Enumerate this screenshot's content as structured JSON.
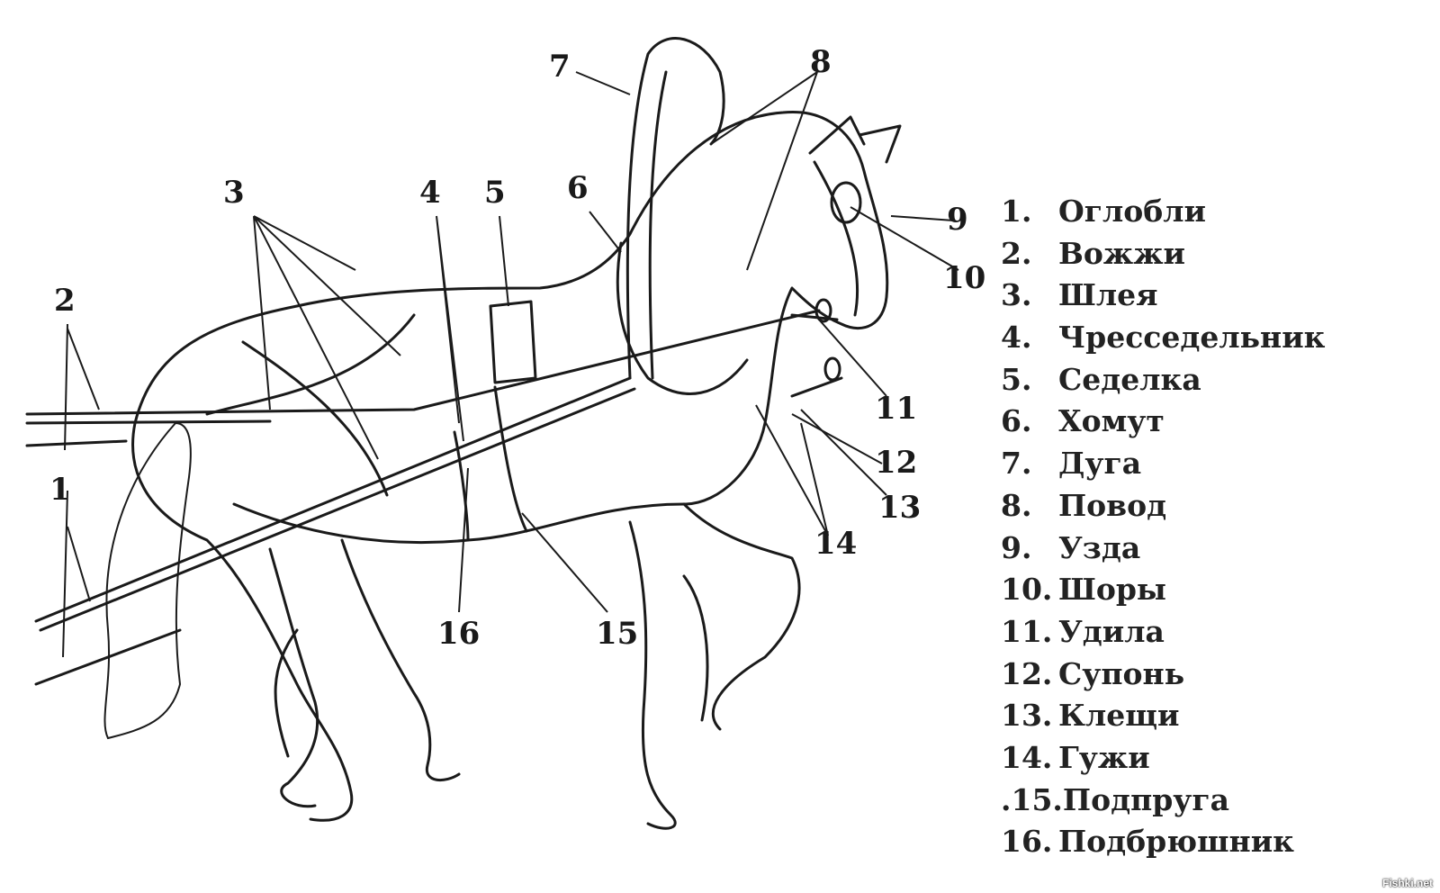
{
  "callouts": [
    "1",
    "2",
    "3",
    "4",
    "5",
    "6",
    "7",
    "8",
    "9",
    "10",
    "11",
    "12",
    "13",
    "14",
    "15",
    "16"
  ],
  "legend": [
    {
      "num": "1.",
      "label": "Оглобли"
    },
    {
      "num": "2.",
      "label": "Вожжи"
    },
    {
      "num": "3.",
      "label": "Шлея"
    },
    {
      "num": "4.",
      "label": "Чресседельник"
    },
    {
      "num": "5.",
      "label": "Седелка"
    },
    {
      "num": "6.",
      "label": "Хомут"
    },
    {
      "num": "7.",
      "label": "Дуга"
    },
    {
      "num": "8.",
      "label": "Повод"
    },
    {
      "num": "9.",
      "label": "Узда"
    },
    {
      "num": "10.",
      "label": "Шоры"
    },
    {
      "num": "11.",
      "label": "Удила"
    },
    {
      "num": "12.",
      "label": "Супонь"
    },
    {
      "num": "13.",
      "label": "Клещи"
    },
    {
      "num": "14.",
      "label": "Гужи"
    },
    {
      "num": ".15.",
      "label": "Подпруга"
    },
    {
      "num": "16.",
      "label": "Подбрюшник"
    }
  ],
  "watermark": "Fishki.net"
}
